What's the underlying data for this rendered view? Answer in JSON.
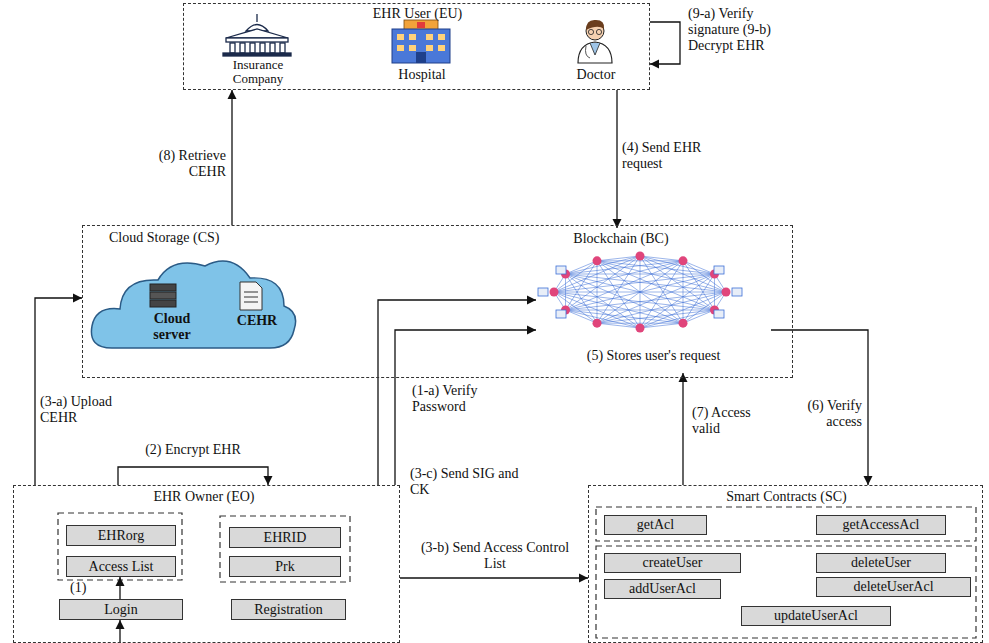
{
  "diagram": {
    "nodes": [
      {
        "text": [
          "EHR User (EU)"
        ]
      },
      {
        "text": [
          "Insurance Company"
        ],
        "in": 0
      },
      {
        "text": [
          "Hospital"
        ],
        "in": 0
      },
      {
        "text": [
          "Doctor"
        ],
        "in": 0
      },
      {
        "text": [
          "Cloud Storage (CS)"
        ]
      },
      {
        "text": [
          "Cloud server",
          "CEHR"
        ],
        "in": 4
      },
      {
        "text": [
          "Blockchain (BC)",
          "(5) Stores user's request"
        ],
        "in": 4
      },
      {
        "text": [
          "EHR Owner (EO)"
        ]
      },
      {
        "text": [
          "EHRorg"
        ],
        "in": 7
      },
      {
        "text": [
          "Access List"
        ],
        "in": 7
      },
      {
        "text": [
          "EHRID"
        ],
        "in": 7
      },
      {
        "text": [
          "Prk"
        ],
        "in": 7
      },
      {
        "text": [
          "Login"
        ],
        "in": 7
      },
      {
        "text": [
          "Registration"
        ],
        "in": 7
      },
      {
        "text": [
          "Smart Contracts (SC)"
        ]
      },
      {
        "text": [
          "getAcl"
        ],
        "in": 14
      },
      {
        "text": [
          "getAccessAcl"
        ],
        "in": 14
      },
      {
        "text": [
          "createUser"
        ],
        "in": 14
      },
      {
        "text": [
          "deleteUser"
        ],
        "in": 14
      },
      {
        "text": [
          "addUserAcl"
        ],
        "in": 14
      },
      {
        "text": [
          "deleteUserAcl"
        ],
        "in": 14
      },
      {
        "text": [
          "updateUserAcl"
        ],
        "in": 14
      }
    ],
    "edges": [
      {
        "from": 0,
        "to": 6,
        "label": "(4) Send EHR request",
        "arrow": "to"
      },
      {
        "from": 4,
        "to": 0,
        "label": "(8) Retrieve CEHR",
        "arrow": "to"
      },
      {
        "from": 0,
        "to": 0,
        "label": "(9-a) Verify signature (9-b) Decrypt EHR",
        "arrow": "to"
      },
      {
        "from": 7,
        "to": 7,
        "label": "(2) Encrypt EHR",
        "arrow": "to"
      },
      {
        "from": 12,
        "to": 9,
        "label": "(1)",
        "arrow": "to"
      },
      {
        "from": 7,
        "to": 4,
        "label": "(3-a) Upload CEHR",
        "arrow": "to"
      },
      {
        "from": 7,
        "to": 6,
        "label": "(1-a) Verify Password",
        "arrow": "to"
      },
      {
        "from": 7,
        "to": 14,
        "label": "(3-b) Send Access Control List",
        "arrow": "to"
      },
      {
        "from": 7,
        "to": 6,
        "label": "(3-c) Send SIG and CK",
        "arrow": "to"
      },
      {
        "from": 6,
        "to": 14,
        "label": "(6) Verify access",
        "arrow": "to"
      },
      {
        "from": 14,
        "to": 6,
        "label": "(7) Access valid",
        "arrow": "to"
      }
    ]
  }
}
